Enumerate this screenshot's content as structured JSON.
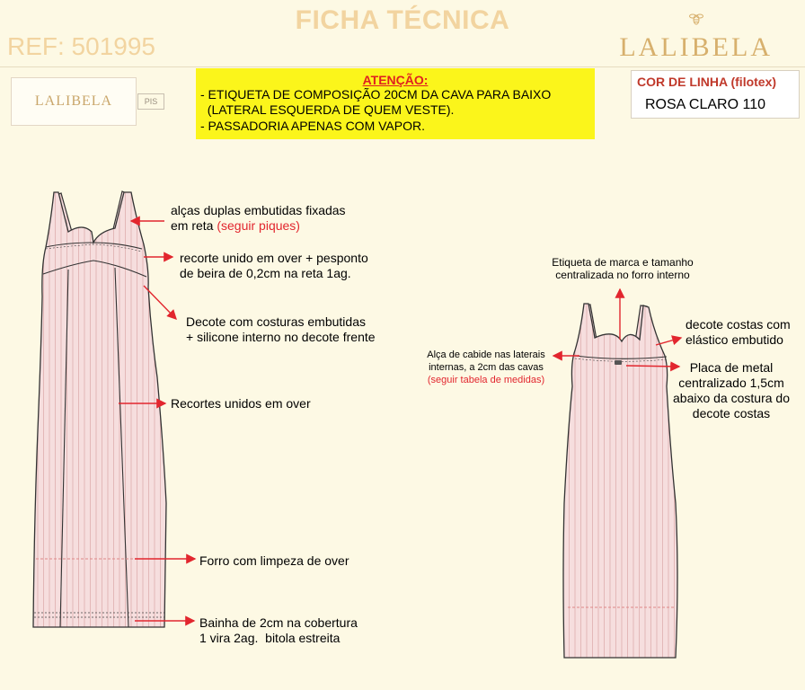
{
  "header": {
    "title": "FICHA TÉCNICA",
    "ref": "REF: 501995",
    "brand": "LALIBELA"
  },
  "label": {
    "brand": "LALIBELA",
    "size_tag": "PIS"
  },
  "attention": {
    "heading": "ATENÇÃO:",
    "lines": [
      "- ETIQUETA DE COMPOSIÇÃO 20CM DA CAVA PARA BAIXO",
      "  (LATERAL ESQUERDA DE QUEM VESTE).",
      "- PASSADORIA APENAS COM VAPOR."
    ]
  },
  "thread": {
    "heading": "COR DE LINHA (filotex)",
    "value": "ROSA CLARO 110"
  },
  "front_notes": {
    "straps_line1": "alças duplas embutidas fixadas",
    "straps_line2": "em reta ",
    "straps_red": "(seguir piques)",
    "cut": "recorte unido em over + pesponto\nde beira de 0,2cm na reta 1ag.",
    "neckline": "Decote com costuras embutidas\n+ silicone interno no decote frente",
    "seams": "Recortes unidos em over",
    "lining": "Forro com limpeza de over",
    "hem": "Bainha de 2cm na cobertura\n1 vira 2ag.  bitola estreita"
  },
  "back_notes": {
    "brand_label": "Etiqueta de marca e tamanho\ncentralizada no forro interno",
    "hanger_loop": "Alça de cabide nas laterais\ninternas, a 2cm das cavas",
    "hanger_loop_red": "(seguir tabela de medidas)",
    "back_neck": "decote costas com\nelástico embutido",
    "metal_plate": "Placa de metal\ncentralizado 1,5cm\nabaixo da costura do\ndecote costas"
  },
  "colors": {
    "fabric": "#f6dede",
    "stripe": "#dca8a8",
    "accent_red": "#e2262e",
    "highlight": "#fbf51b"
  }
}
